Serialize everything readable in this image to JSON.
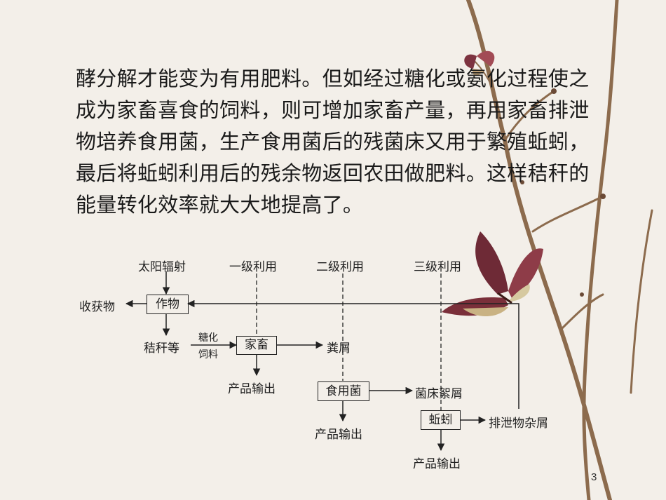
{
  "paragraph": [
    "酵分解才能变为有用肥料。但如经过糖化或氨化过程使之",
    "成为家畜喜食的饲料，则可增加家畜产量，再用家畜排泄",
    "物培养食用菌，生产食用菌后的残菌床又用于繁殖蚯蚓，",
    "最后将蚯蚓利用后的残余物返回农田做肥料。这样秸秆的",
    "能量转化效率就大大地提高了。"
  ],
  "diagram": {
    "top_labels": {
      "solar": "太阳辐射",
      "level1": "一级利用",
      "level2": "二级利用",
      "level3": "三级利用"
    },
    "harvest": "收获物",
    "crop": "作物",
    "straw": "秸秆等",
    "process_top": "糖化",
    "process_bottom": "饲料",
    "livestock": "家畜",
    "manure": "粪屑",
    "product1": "产品输出",
    "fungus": "食用菌",
    "bed_residue": "菌床絮屑",
    "product2": "产品输出",
    "earthworm": "蚯蚓",
    "excreta": "排泄物杂屑",
    "product3": "产品输出"
  },
  "page_number": "3",
  "colors": {
    "background": "#f3efe9",
    "text": "#1a1a1a",
    "butterfly": "#7a2f3a",
    "branch": "#8a6a4a"
  }
}
